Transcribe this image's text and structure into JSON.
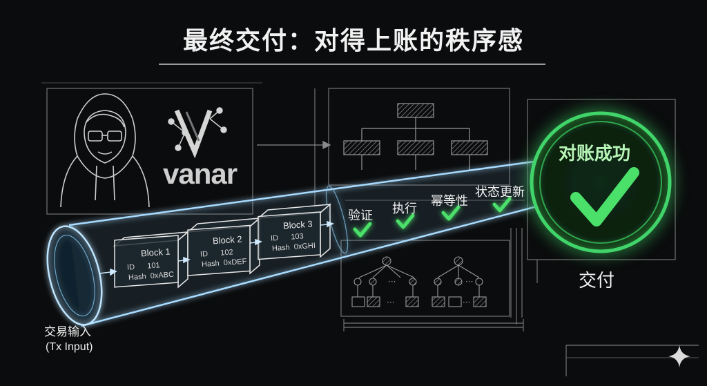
{
  "title": "最终交付：对得上账的秩序感",
  "brand": {
    "name": "vanar"
  },
  "input": {
    "label_cn": "交易输入",
    "label_en": "(Tx Input)"
  },
  "blocks": [
    {
      "title": "Block 1",
      "id_label": "ID",
      "id_value": "101",
      "hash_label": "Hash",
      "hash_value": "0xABC"
    },
    {
      "title": "Block 2",
      "id_label": "ID",
      "id_value": "102",
      "hash_label": "Hash",
      "hash_value": "0xDEF"
    },
    {
      "title": "Block 3",
      "id_label": "ID",
      "id_value": "103",
      "hash_label": "Hash",
      "hash_value": "0xGHI"
    }
  ],
  "steps": [
    "验证",
    "执行",
    "幂等性",
    "状态更新"
  ],
  "result": {
    "badge_text": "对账成功",
    "label": "交付"
  },
  "colors": {
    "pipe_glow": "#9fd8ff",
    "success_green": "#3fd46a",
    "check_green": "#4be06a",
    "background": "#0b0c0d"
  },
  "icons": [
    "hacker-avatar-icon",
    "vanar-logo-icon",
    "checkmark-icon",
    "sparkle-icon"
  ]
}
